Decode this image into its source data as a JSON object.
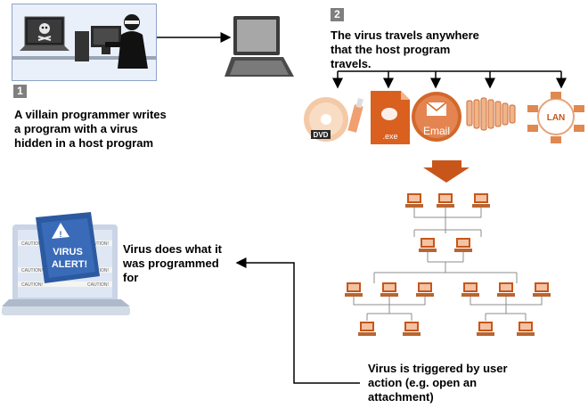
{
  "step1": {
    "badge": "1",
    "lines": [
      "A villain programmer writes",
      "a program with a virus",
      "hidden in a host program"
    ]
  },
  "step2": {
    "badge": "2",
    "lines": [
      "The virus travels anywhere",
      "that the host program",
      "travels."
    ]
  },
  "carriers": {
    "dvd_label": "DVD",
    "exe_label": ".exe",
    "email_label": "Email",
    "lan_label": "LAN"
  },
  "virus_alert": {
    "lines": [
      "VIRUS",
      "ALERT!"
    ],
    "tape_text": "CAUTION!"
  },
  "outcome": {
    "lines": [
      "Virus does what it",
      "was programmed",
      "for"
    ]
  },
  "trigger": {
    "lines": [
      "Virus is triggered by user",
      "action (e.g. open an",
      "attachment)"
    ]
  },
  "colors": {
    "accent_orange": "#c8561b",
    "badge_gray": "#7f7f7f",
    "panel_bg": "#eaf0fa",
    "alert_blue": "#2c5aa0"
  }
}
